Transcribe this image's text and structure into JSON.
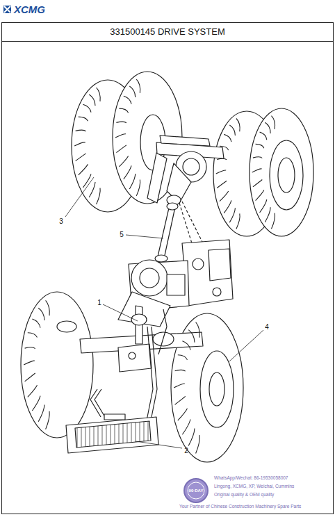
{
  "diagram": {
    "title": "331500145 DRIVE SYSTEM",
    "labels": [
      "XCMG",
      "3",
      "5",
      "1",
      "4",
      "2",
      "90-DAY",
      "WhatsApp/Wechat: 86-19530058007",
      "Lingong, XCMG, XP, Weichai, Cummins",
      "Original quality & OEM quality",
      "Your Partner of Chinese Construction Machinery Spare Parts"
    ]
  }
}
